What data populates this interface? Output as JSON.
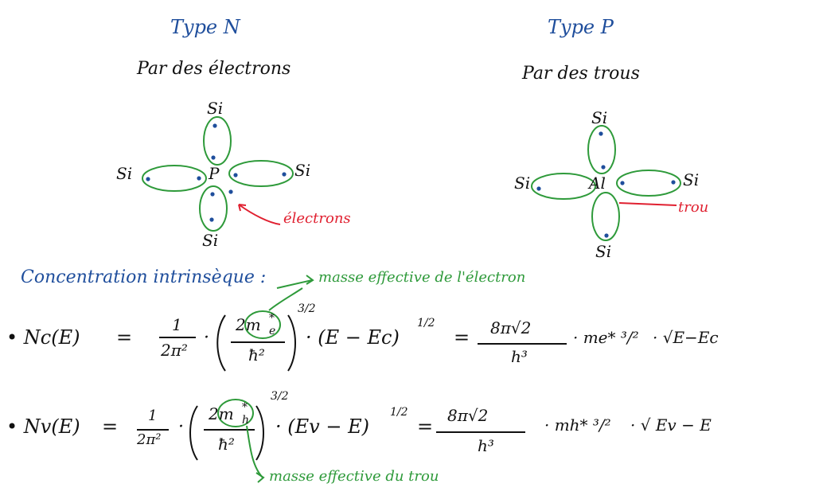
{
  "header": {
    "type_n": "Type  N",
    "type_p": "Type  P",
    "desc_n": "Par des électrons",
    "desc_p": "Par   des trous"
  },
  "diagram_n": {
    "center": "P",
    "si_top": "Si",
    "si_left": "Si",
    "si_right": "Si",
    "si_bottom": "Si",
    "annotation": "électrons"
  },
  "diagram_p": {
    "center": "Al",
    "si_top": "Si",
    "si_left": "Si",
    "si_right": "Si",
    "si_bottom": "Si",
    "annotation": "trou"
  },
  "concentration": {
    "title": "Concentration  intrinsèque :",
    "note_top": "masse effective de l'électron",
    "note_bottom": "masse effective du trou"
  },
  "eq1": {
    "lhs": "• Nc(E)",
    "eq": "=",
    "one": "1",
    "two_pi_sq": "2π²",
    "dot": "·",
    "num": "2m",
    "sub_e": "e",
    "star": "*",
    "den": "ħ²",
    "pow_32": "3/2",
    "term": "· (E − Ec)",
    "pow_12": "1/2",
    "eq2": "=",
    "frac_num": "8π√2",
    "frac_den": "h³",
    "mass": "· me* ³/²",
    "sqrt": "· √E−Ec"
  },
  "eq2": {
    "lhs": "• Nv(E)",
    "eq": "=",
    "one": "1",
    "two_pi_sq": "2π²",
    "dot": "·",
    "num": "2m",
    "sub_h": "h",
    "star": "*",
    "den": "ħ²",
    "pow_32": "3/2",
    "term": "· (Ev − E)",
    "pow_12": "1/2",
    "eq2": "=",
    "frac_num": "8π√2",
    "frac_den": "h³",
    "mass": "· mh* ³/²",
    "sqrt": "· √ Ev − E"
  },
  "colors": {
    "blue": "#1f4e9c",
    "green": "#2e9a3a",
    "red": "#e02030",
    "black": "#111111"
  }
}
